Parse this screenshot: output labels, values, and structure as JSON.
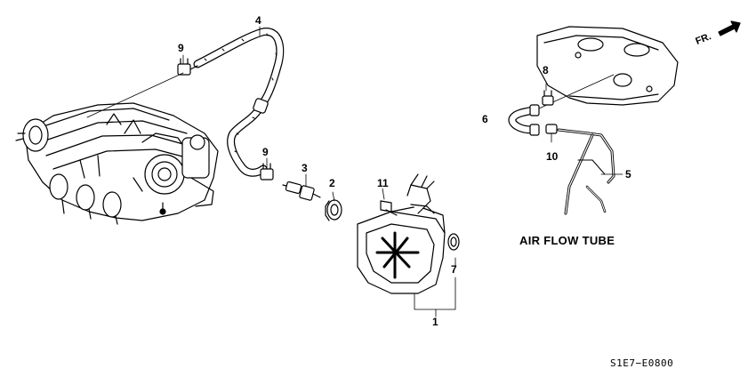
{
  "diagram": {
    "callouts": {
      "n1": "1",
      "n2": "2",
      "n3": "3",
      "n4": "4",
      "n5": "5",
      "n6": "6",
      "n7": "7",
      "n8": "8",
      "n9a": "9",
      "n9b": "9",
      "n10": "10",
      "n11": "11"
    },
    "air_flow_tube_label": "AIR FLOW TUBE",
    "front_label": "FR.",
    "diagram_code": "S1E7−E0800"
  }
}
